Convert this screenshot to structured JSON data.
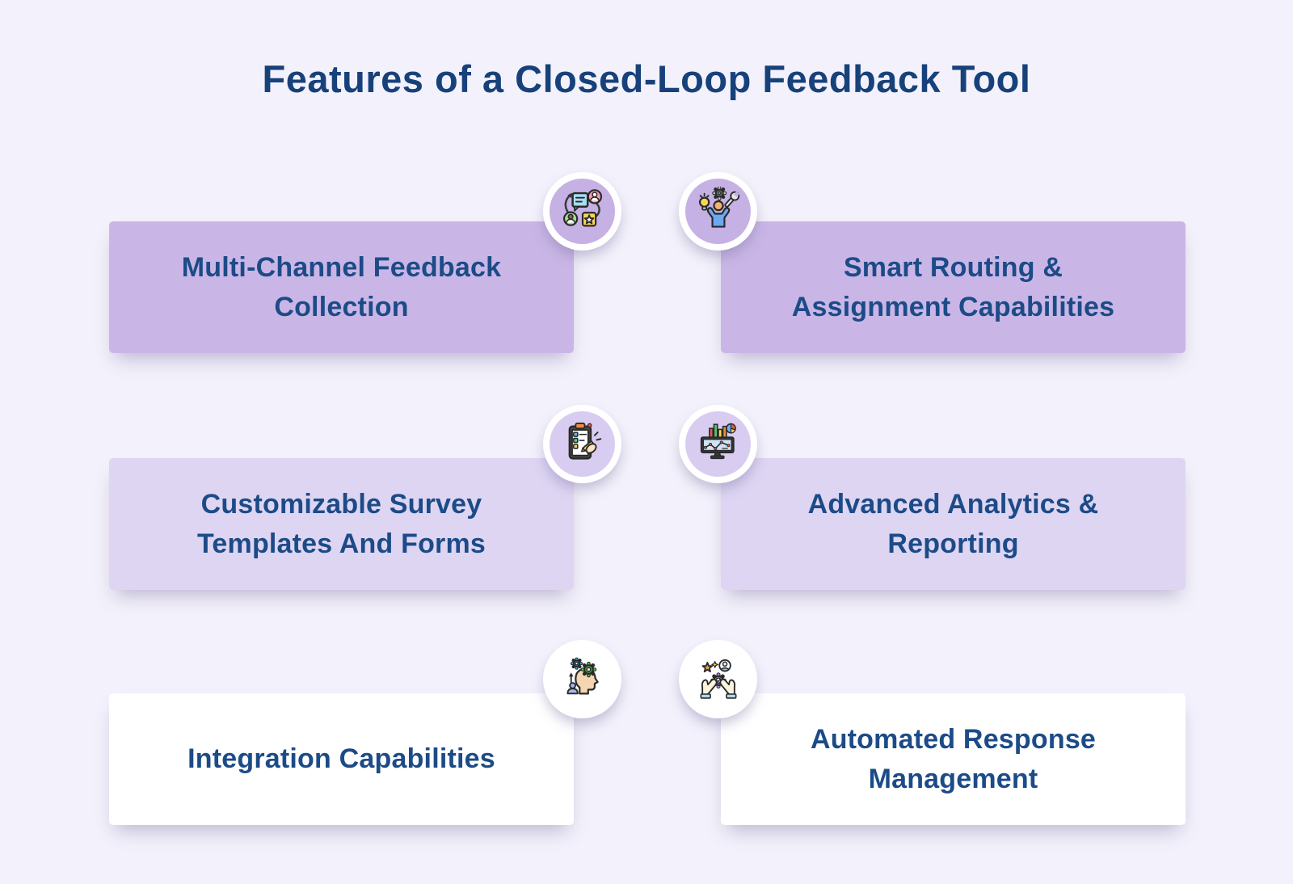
{
  "page": {
    "title": "Features of a Closed-Loop Feedback Tool",
    "background_color": "#f3f1fb",
    "title_color": "#17417a",
    "card_text_color": "#1c4b87"
  },
  "cards": [
    {
      "label": "Multi-Channel Feedback Collection",
      "lines": [
        "Multi-Channel Feedback",
        "Collection"
      ],
      "icon": "feedback-cycle-icon",
      "card_bg": "#c9b6e6",
      "icon_circle_bg": "#c5b1e3"
    },
    {
      "label": "Smart Routing & Assignment Capabilities",
      "lines": [
        "Smart Routing &",
        "Assignment Capabilities"
      ],
      "icon": "smart-routing-person-icon",
      "card_bg": "#c9b6e6",
      "icon_circle_bg": "#c5b1e3"
    },
    {
      "label": "Customizable Survey Templates And Forms",
      "lines": [
        "Customizable Survey",
        "Templates And Forms"
      ],
      "icon": "survey-clipboard-icon",
      "card_bg": "#ded5f3",
      "icon_circle_bg": "#d8cdf0"
    },
    {
      "label": "Advanced Analytics & Reporting",
      "lines": [
        "Advanced Analytics &",
        "Reporting"
      ],
      "icon": "analytics-monitor-icon",
      "card_bg": "#ded5f3",
      "icon_circle_bg": "#d8cdf0"
    },
    {
      "label": "Integration Capabilities",
      "lines": [
        "Integration Capabilities"
      ],
      "icon": "integration-head-gears-icon",
      "card_bg": "#ffffff",
      "icon_circle_bg": "#ffffff"
    },
    {
      "label": "Automated Response Management",
      "lines": [
        "Automated Response",
        "Management"
      ],
      "icon": "automated-response-hands-icon",
      "card_bg": "#ffffff",
      "icon_circle_bg": "#ffffff"
    }
  ]
}
